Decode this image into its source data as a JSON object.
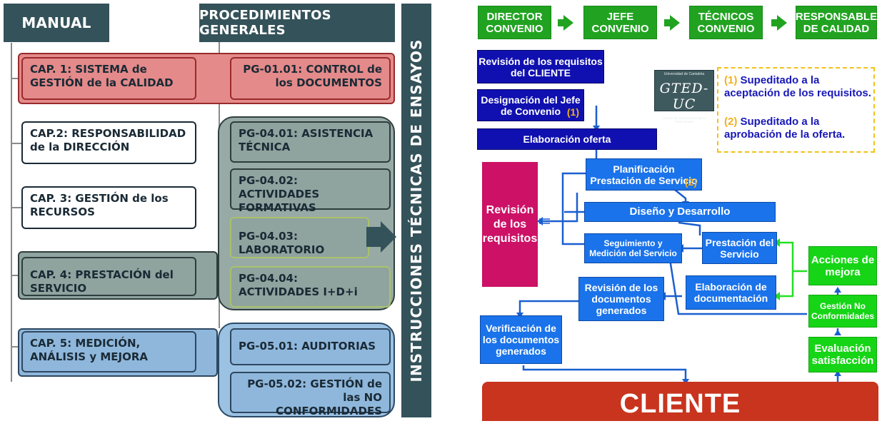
{
  "left": {
    "manual_header": "MANUAL",
    "pg_header": "PROCEDIMIENTOS GENERALES",
    "vertical_title": "INSTRUCCIONES TÉCNICAS DE ENSAYOS",
    "chapters": {
      "cap1": "CAP. 1: SISTEMA de GESTIÓN de la CALIDAD",
      "cap2": "CAP.2: RESPONSABILIDAD de la DIRECCIÓN",
      "cap3": "CAP. 3: GESTIÓN de los RECURSOS",
      "cap4": "CAP. 4: PRESTACIÓN del SERVICIO",
      "cap5": "CAP. 5: MEDICIÓN, ANÁLISIS y MEJORA"
    },
    "procedures": {
      "pg0101": "PG-01.01: CONTROL de los DOCUMENTOS",
      "pg0401": "PG-04.01: ASISTENCIA TÉCNICA",
      "pg0402": "PG-04.02: ACTIVIDADES FORMATIVAS",
      "pg0403": "PG-04.03: LABORATORIO",
      "pg0404": "PG-04.04: ACTIVIDADES I+D+i",
      "pg0501": "PG-05.01: AUDITORIAS",
      "pg0502": "PG-05.02: GESTIÓN de las NO CONFORMIDADES"
    }
  },
  "right": {
    "roles": {
      "director": "DIRECTOR CONVENIO",
      "jefe": "JEFE CONVENIO",
      "tecnicos": "TÉCNICOS CONVENIO",
      "responsable": "RESPONSABLE DE CALIDAD"
    },
    "steps": {
      "revision_cliente": "Revisión de los requisitos del CLIENTE",
      "designacion": "Designación del Jefe de Convenio",
      "designacion_ref": "(1)",
      "elaboracion_oferta": "Elaboración oferta",
      "planificacion": "Planificación Prestación de Servicio",
      "planificacion_ref": "(2)",
      "diseno": "Diseño y Desarrollo",
      "seguimiento": "Seguimiento y Medición del Servicio",
      "prestacion": "Prestación del Servicio",
      "elaboracion_doc": "Elaboración de documentación",
      "revision_docs": "Revisión de los documentos generados",
      "verificacion": "Verificación de los documentos generados",
      "revision_requisitos": "Revisión de los requisitos",
      "acciones": "Acciones de mejora",
      "gestion_nc": "Gestión No Conformidades",
      "evaluacion": "Evaluación satisfacción",
      "cliente": "CLIENTE"
    },
    "logo": {
      "small_text": "Universidad de Cantabria",
      "name": "GTED-UC",
      "sub": "GRUPO DE TECNOLOGÍA DE LA EDIFICACIÓN"
    },
    "notes": {
      "n1_ref": "(1)",
      "n1_text": "Supeditado a la aceptación de los requisitos.",
      "n2_ref": "(2)",
      "n2_text": "Supeditado a la aprobación de la oferta."
    },
    "colors": {
      "dark_blue": "#1010b0",
      "blue": "#1a73ea",
      "green": "#16d516",
      "client_red": "#c8341e",
      "magenta": "#cc1166"
    }
  }
}
